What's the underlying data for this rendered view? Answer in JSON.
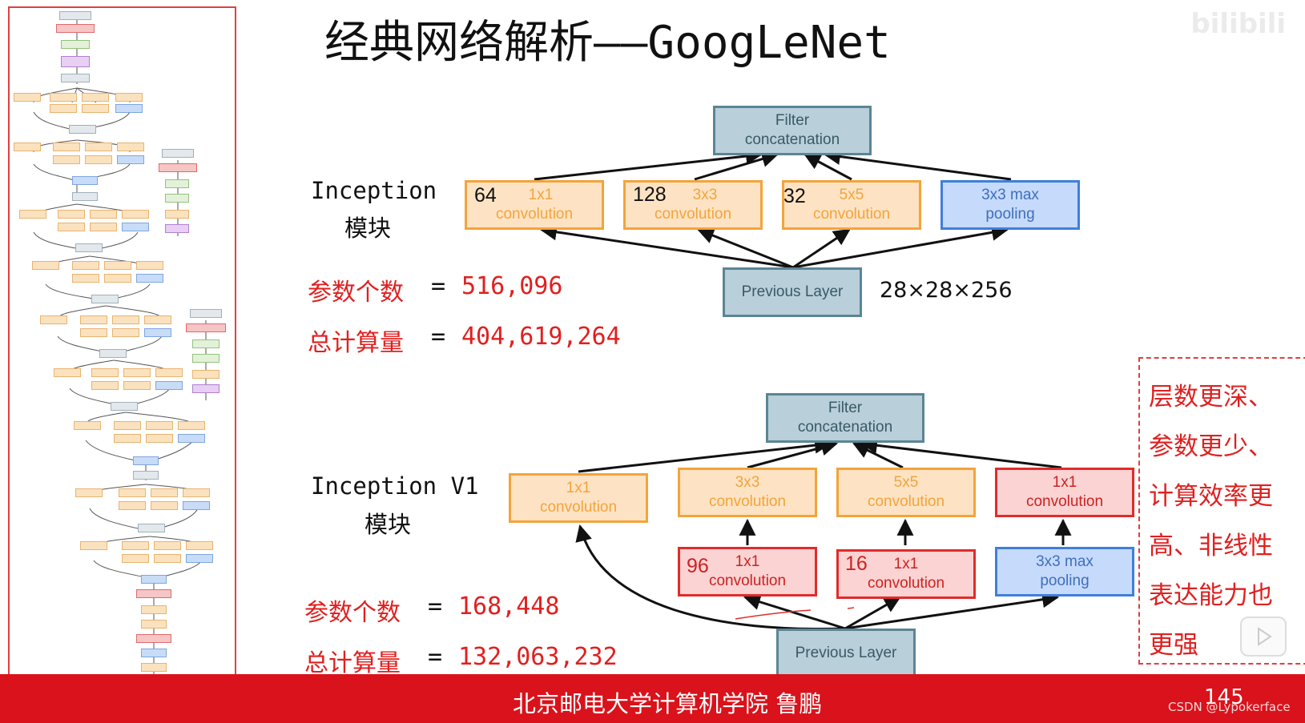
{
  "slide": {
    "title": "经典网络解析——GoogLeNet",
    "watermark": "bilibili",
    "page_number": "145",
    "footer": "北京邮电大学计算机学院  鲁鹏",
    "csdn_mark": "CSDN @Lypokerface"
  },
  "inception_naive": {
    "label_line1": "Inception",
    "label_line2": "模块",
    "filter_concat_line1": "Filter",
    "filter_concat_line2": "concatenation",
    "branches": [
      {
        "count": "64",
        "kernel": "1x1",
        "sub": "convolution"
      },
      {
        "count": "128",
        "kernel": "3x3",
        "sub": "convolution"
      },
      {
        "count": "32",
        "kernel": "5x5",
        "sub": "convolution"
      },
      {
        "line1": "3x3 max",
        "line2": "pooling"
      }
    ],
    "previous_layer": "Previous Layer",
    "input_dims": "28×28×256",
    "param_label": "参数个数",
    "param_value": "516,096",
    "compute_label": "总计算量",
    "compute_value": "404,619,264"
  },
  "inception_v1": {
    "label_line1": "Inception V1",
    "label_line2": "模块",
    "filter_concat_line1": "Filter",
    "filter_concat_line2": "concatenation",
    "top_row": [
      {
        "line1": "1x1",
        "line2": "convolution"
      },
      {
        "line1": "3x3",
        "line2": "convolution"
      },
      {
        "line1": "5x5",
        "line2": "convolution"
      },
      {
        "line1": "1x1",
        "line2": "convolution"
      }
    ],
    "reduce_row": [
      {
        "count": "96",
        "kernel": "1x1",
        "sub": "convolution"
      },
      {
        "count": "16",
        "kernel": "1x1",
        "sub": "convolution"
      },
      {
        "line1": "3x3 max",
        "line2": "pooling"
      }
    ],
    "previous_layer": "Previous Layer",
    "param_label": "参数个数",
    "param_value": "168,448",
    "compute_label": "总计算量",
    "compute_value": "132,063,232"
  },
  "note": {
    "lines": [
      "层数更深、",
      "参数更少、",
      "计算效率更",
      "高、非线性",
      "表达能力也",
      "更强"
    ]
  },
  "colors": {
    "accent_red": "#e02020",
    "footer_red": "#d9121b",
    "orange": "#f3a43b",
    "blue": "#3f7fdc",
    "teal": "#5b8595"
  }
}
